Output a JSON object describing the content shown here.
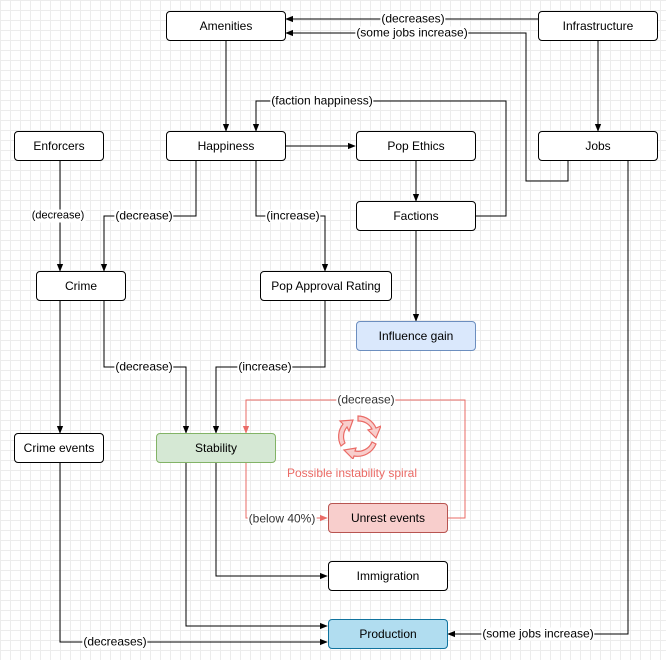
{
  "colors": {
    "line": "#000000",
    "spiral_line": "#ea6b66",
    "influence_fill": "#dae8fc",
    "stability_fill": "#d5e8d4",
    "unrest_fill": "#f8cecc",
    "production_fill": "#b1ddf0"
  },
  "nodes": {
    "amenities": "Amenities",
    "infrastructure": "Infrastructure",
    "enforcers": "Enforcers",
    "happiness": "Happiness",
    "pop_ethics": "Pop Ethics",
    "jobs": "Jobs",
    "factions": "Factions",
    "crime": "Crime",
    "pop_approval": "Pop Approval Rating",
    "influence_gain": "Influence gain",
    "crime_events": "Crime events",
    "stability": "Stability",
    "unrest_events": "Unrest events",
    "immigration": "Immigration",
    "production": "Production"
  },
  "edge_labels": {
    "infra_amenities_decreases": "(decreases)",
    "infra_amenities_some_jobs": "(some jobs increase)",
    "factions_happiness": "(faction happiness)",
    "enforcers_crime": "(decrease)",
    "happiness_crime": "(decrease)",
    "happiness_approval": "(increase)",
    "crime_stability": "(decrease)",
    "approval_stability": "(increase)",
    "unrest_stability": "(decrease)",
    "stability_unrest": "(below 40%)",
    "crime_events_production": "(decreases)",
    "jobs_production": "(some jobs increase)"
  },
  "annotations": {
    "spiral_label": "Possible instability spiral",
    "spiral_icon": "cycle-icon"
  }
}
